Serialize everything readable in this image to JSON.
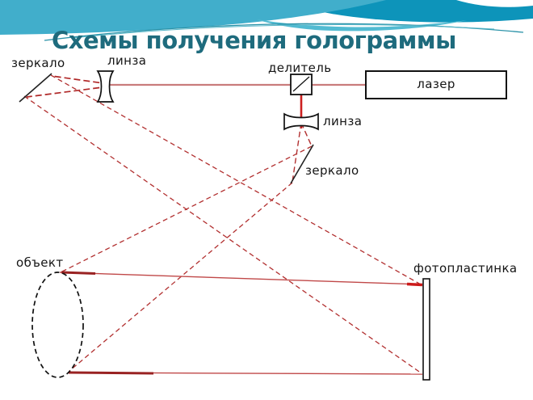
{
  "slide": {
    "title": "Схемы получения голограммы",
    "background_color": "#ffffff",
    "title_color": "#1e6b7d"
  },
  "header_wave": {
    "main_teal": "#41aecb",
    "dark_teal": "#0d94ba",
    "light_teal": "#52bbd2",
    "thin_line_teal": "#2a92a8"
  },
  "beam_colors": {
    "laser_horizontal_beam": "#c97c7c",
    "splitter_vertical_beam": "#cc2020",
    "scattered_rays": "#b23030"
  },
  "diagram": {
    "labels": {
      "mirror_top_left": "зеркало",
      "lens_top": "линза",
      "splitter": "делитель",
      "laser": "лазер",
      "lens_middle": "линза",
      "mirror_middle": "зеркало",
      "object": "объект",
      "photo_plate": "фотопластинка"
    }
  }
}
